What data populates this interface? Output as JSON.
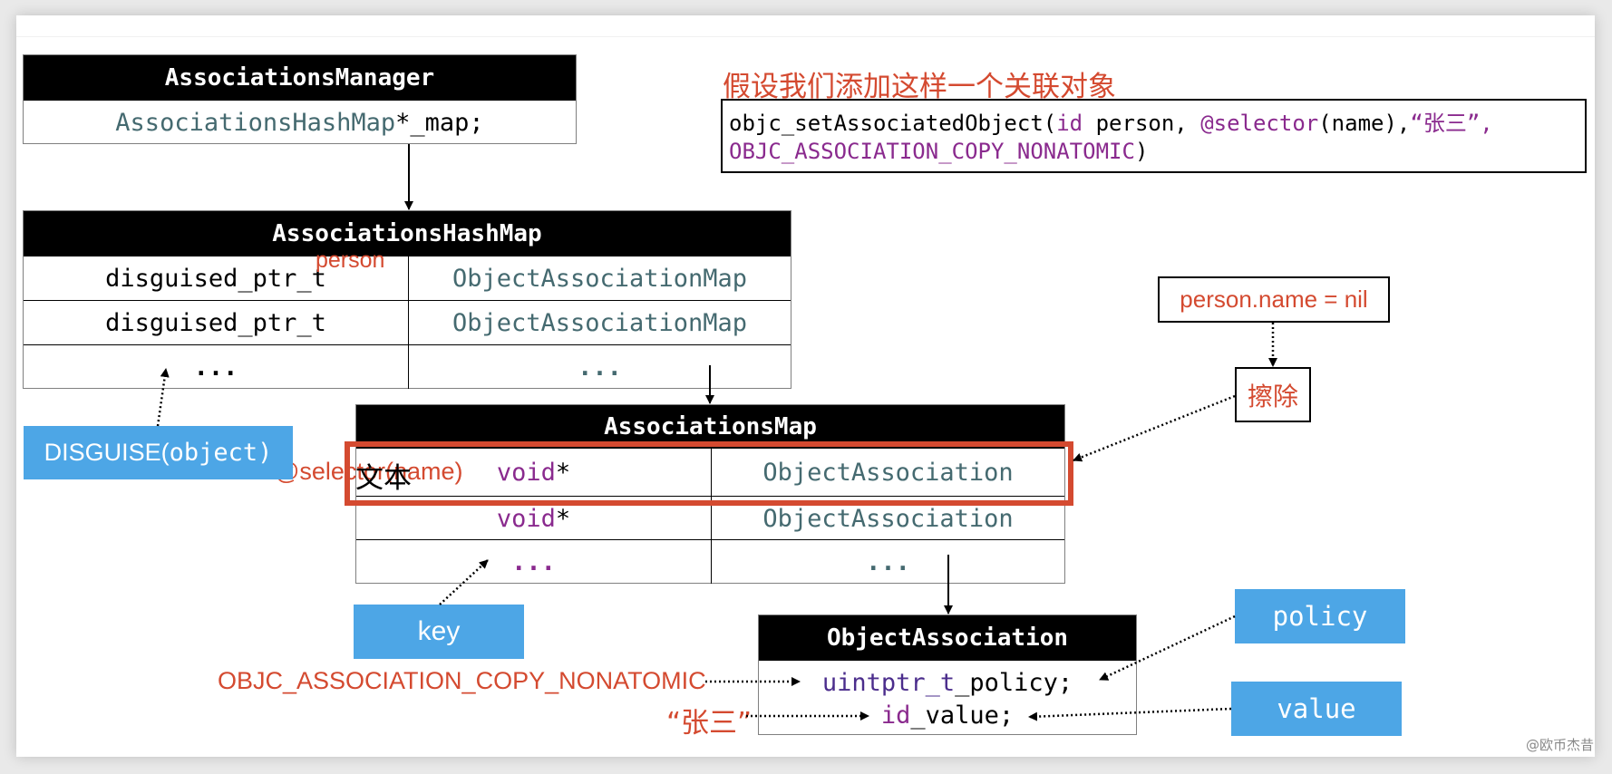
{
  "annotation_title": "假设我们添加这样一个关联对象",
  "code_call": {
    "fn": "objc_setAssociatedObject(",
    "id_kw": "id",
    "person": " person, ",
    "selector_kw": "@selector",
    "selector_arg": "(name),",
    "value_str": "“张三”,",
    "policy_const": "OBJC_ASSOCIATION_COPY_NONATOMIC",
    "close": ")"
  },
  "associations_manager": {
    "title": "AssociationsManager",
    "field_type": "AssociationsHashMap",
    "field_name": " *_map;"
  },
  "associations_hash_map": {
    "title": "AssociationsHashMap",
    "rows": [
      {
        "key": "disguised_ptr_t",
        "value": "ObjectAssociationMap"
      },
      {
        "key": "disguised_ptr_t",
        "value": "ObjectAssociationMap"
      },
      {
        "key": "...",
        "value": "..."
      }
    ],
    "person_label": "person"
  },
  "associations_map": {
    "title": "AssociationsMap",
    "rows": [
      {
        "key_kw": "void",
        "key_ptr": " *",
        "value": "ObjectAssociation"
      },
      {
        "key_kw": "void",
        "key_ptr": " *",
        "value": "ObjectAssociation"
      },
      {
        "key_kw": "...",
        "key_ptr": "",
        "value": "..."
      }
    ],
    "selector_label": "@selector(name)",
    "overlay_text": "文本"
  },
  "object_association": {
    "title": "ObjectAssociation",
    "policy_type": "uintptr_t",
    "policy_name": " _policy;",
    "value_type": "id",
    "value_name": " _value;"
  },
  "labels": {
    "disguise_prefix": "DISGUISE(",
    "disguise_arg": "object)",
    "key": "key",
    "policy": "policy",
    "value": "value",
    "policy_const": "OBJC_ASSOCIATION_COPY_NONATOMIC",
    "value_literal": "“张三”",
    "set_nil": "person.name = nil",
    "erase": "擦除"
  },
  "watermark": "@欧币杰昔",
  "colors": {
    "annotation_red": "#d44a30",
    "keyword_purple": "#8a2a8e",
    "type_teal": "#456a70",
    "label_blue": "#4da6e6"
  }
}
